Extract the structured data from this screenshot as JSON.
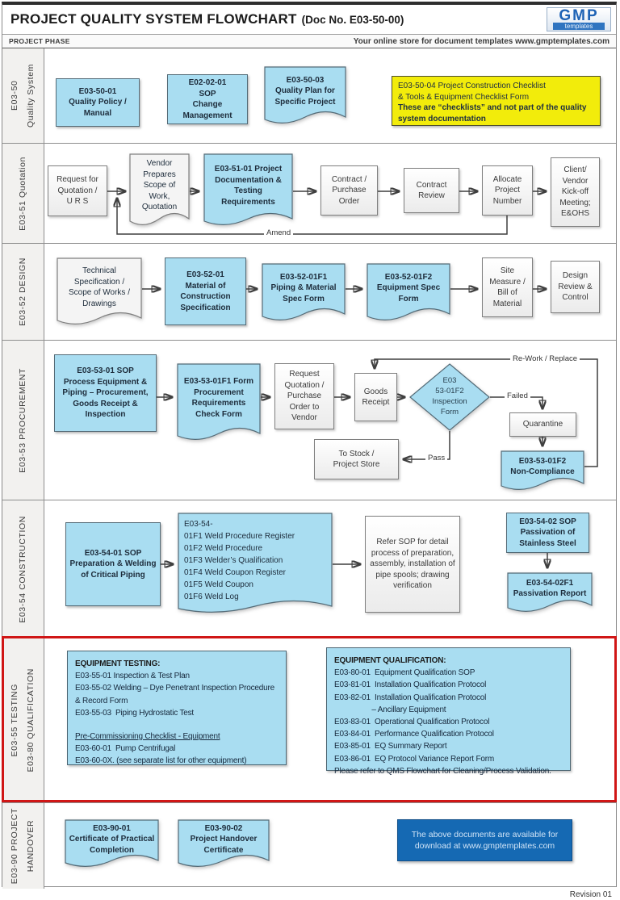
{
  "header": {
    "title": "PROJECT QUALITY SYSTEM FLOWCHART",
    "doc_no": "(Doc No. E03-50-00)",
    "logo": {
      "name": "GMP",
      "sub": "templates"
    }
  },
  "subheader": {
    "left": "PROJECT PHASE",
    "right": "Your online store for document templates www.gmptemplates.com"
  },
  "footer": {
    "revision": "Revision 01"
  },
  "colors": {
    "node_blue": "#a9ddf1",
    "node_yellow": "#f2ec0b",
    "download_blue": "#1569b3",
    "highlight_red": "#d01616"
  },
  "lanes": {
    "quality": {
      "label": "E03-50\nQuality System",
      "quality_policy": "E03-50-01\nQuality Policy /\nManual",
      "sop_change": "E02-02-01\nSOP\nChange\nManagement",
      "quality_plan": "E03-50-03\nQuality Plan for\nSpecific Project",
      "checklist_note_1": "E03-50-04 Project Construction Checklist\n& Tools & Equipment Checklist Form",
      "checklist_note_2": "These are “checklists” and not part of the quality system documentation"
    },
    "quotation": {
      "label": "E03-51 Quotation",
      "rfq": "Request for\nQuotation /\nU R S",
      "vendor": "Vendor\nPrepares\nScope of\nWork,\nQuotation",
      "project_doc": "E03-51-01 Project\nDocumentation &\nTesting\nRequirements",
      "contract_po": "Contract /\nPurchase\nOrder",
      "contract_review": "Contract\nReview",
      "allocate": "Allocate\nProject\nNumber",
      "kickoff": "Client/\nVendor\nKick-off\nMeeting;\nE&OHS",
      "amend_label": "Amend"
    },
    "design": {
      "label": "E03-52 DESIGN",
      "tech_spec": "Technical\nSpecification /\nScope of Works /\nDrawings",
      "material": "E03-52-01\nMaterial of\nConstruction\nSpecification",
      "piping_form": "E03-52-01F1\nPiping & Material\nSpec Form",
      "equipment_form": "E03-52-01F2\nEquipment Spec\nForm",
      "site_measure": "Site\nMeasure /\nBill of\nMaterial",
      "design_review": "Design\nReview &\nControl"
    },
    "procurement": {
      "label": "E03-53 PROCUREMENT",
      "sop": "E03-53-01 SOP\nProcess Equipment &\nPiping – Procurement,\nGoods Receipt &\nInspection",
      "check_form": "E03-53-01F1 Form\nProcurement\nRequirements\nCheck Form",
      "rfq_po": "Request\nQuotation /\nPurchase\nOrder to\nVendor",
      "goods_receipt": "Goods\nReceipt",
      "inspection_form": "E03\n53-01F2\nInspection\nForm",
      "quarantine": "Quarantine",
      "non_compliance": "E03-53-01F2\nNon-Compliance",
      "to_stock": "To Stock /\nProject Store",
      "rework_label": "Re-Work / Replace",
      "failed_label": "Failed",
      "pass_label": "Pass"
    },
    "construction": {
      "label": "E03-54 CONSTRUCTION",
      "sop": "E03-54-01  SOP\nPreparation & Welding\nof Critical Piping",
      "weld_docs": "E03-54-\n01F1 Weld Procedure Register\n01F2 Weld Procedure\n01F3 Welder’s Qualification\n01F4 Weld Coupon Register\n01F5 Weld Coupon\n01F6 Weld Log",
      "refer_note": "Refer SOP for detail\nprocess of preparation,\nassembly, installation of\npipe spools; drawing\nverification",
      "passivation_sop": "E03-54-02 SOP\nPassivation of\nStainless Steel",
      "passivation_report": "E03-54-02F1\nPassivation Report"
    },
    "testing": {
      "label": "E03-55 TESTING\nE03-80 QUALIFICATION",
      "testing_title": "EQUIPMENT TESTING:",
      "testing_items": "E03-55-01 Inspection & Test Plan\nE03-55-02 Welding – Dye Penetrant Inspection Procedure\n& Record Form\nE03-55-03  Piping Hydrostatic Test",
      "precommissioning_title": "Pre-Commissioning Checklist - Equipment",
      "precommissioning_items": "E03-60-01  Pump Centrifugal\nE03-60-0X. (see separate list for other equipment)",
      "qualification_title": "EQUIPMENT QUALIFICATION:",
      "qualification_items": "E03-80-01  Equipment Qualification SOP\nE03-81-01  Installation Qualification Protocol\nE03-82-01  Installation Qualification Protocol\n                  – Ancillary Equipment\nE03-83-01  Operational Qualification Protocol\nE03-84-01  Performance Qualification Protocol\nE03-85-01  EQ Summary Report\nE03-86-01  EQ Protocol Variance Report Form\nPlease refer to QMS Flowchart for Cleaning/Process Validation."
    },
    "handover": {
      "label": "E03-90 PROJECT\nHANDOVER",
      "practical_completion": "E03-90-01\nCertificate of Practical\nCompletion",
      "handover_certificate": "E03-90-02\nProject Handover\nCertificate",
      "download_note": "The above documents are available for\ndownload at www.gmptemplates.com"
    }
  }
}
